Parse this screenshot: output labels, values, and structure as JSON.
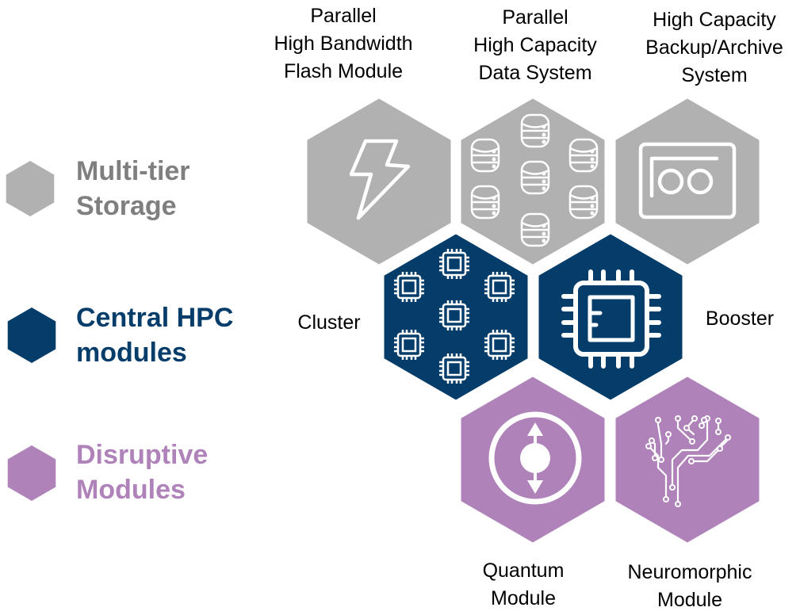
{
  "colors": {
    "storage": "#b1b1b1",
    "storage_text": "#7f7f7f",
    "hpc": "#043c6a",
    "disruptive": "#af82b9",
    "icon_stroke": "#ffffff",
    "label_text": "#000000"
  },
  "legend": [
    {
      "id": "storage",
      "label": "Multi-tier\nStorage",
      "color_key": "storage_text",
      "hex_color_key": "storage"
    },
    {
      "id": "hpc",
      "label": "Central HPC\nmodules",
      "color_key": "hpc",
      "hex_color_key": "hpc"
    },
    {
      "id": "disruptive",
      "label": "Disruptive\nModules",
      "color_key": "disruptive",
      "hex_color_key": "disruptive"
    }
  ],
  "modules": [
    {
      "id": "flash",
      "label": "Parallel\nHigh Bandwidth\nFlash Module",
      "category": "storage",
      "icon": "lightning-bolt-icon"
    },
    {
      "id": "data",
      "label": "Parallel\nHigh Capacity\nData System",
      "category": "storage",
      "icon": "database-cluster-icon"
    },
    {
      "id": "archive",
      "label": "High Capacity\nBackup/Archive\nSystem",
      "category": "storage",
      "icon": "tape-archive-icon"
    },
    {
      "id": "cluster",
      "label": "Cluster",
      "category": "hpc",
      "icon": "multi-cpu-icon"
    },
    {
      "id": "booster",
      "label": "Booster",
      "category": "hpc",
      "icon": "cpu-chip-icon"
    },
    {
      "id": "quantum",
      "label": "Quantum\nModule",
      "category": "disruptive",
      "icon": "quantum-spin-icon"
    },
    {
      "id": "neuromorphic",
      "label": "Neuromorphic\nModule",
      "category": "disruptive",
      "icon": "neural-circuit-tree-icon"
    }
  ]
}
